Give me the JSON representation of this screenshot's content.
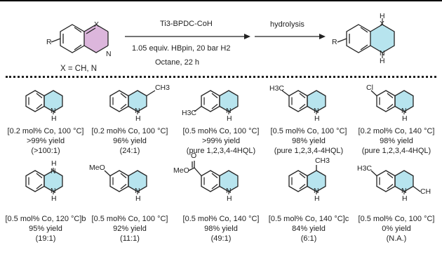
{
  "scheme": {
    "catalyst": "Ti3-BPDC-CoH",
    "reagents": "1.05 equiv. HBpin, 20 bar H2",
    "solvent_time": "Octane, 22 h",
    "step2": "hydrolysis",
    "variable": "X = CH, N",
    "sub_R": "R",
    "sub_X": "X",
    "sub_N": "N",
    "prod_R": "R",
    "prod_X": "X",
    "prod_H_top": "H",
    "prod_N": "N",
    "prod_H_bot": "H"
  },
  "products": [
    {
      "cond": "[0.2 mol% Co, 100 °C]",
      "yield": ">99% yield",
      "note": "(>100:1)",
      "sub": ""
    },
    {
      "cond": "[0.2 mol% Co, 100 °C]",
      "yield": "96% yield",
      "note": "(24:1)",
      "sub": "CH3"
    },
    {
      "cond": "[0.5 mol% Co, 100 °C]",
      "yield": ">99% yield",
      "note": "(pure 1,2,3,4-4HQL)",
      "sub": "H3C"
    },
    {
      "cond": "[0.5 mol% Co, 100 °C]",
      "yield": "98% yield",
      "note": "(pure 1,2,3,4-4HQL)",
      "sub": "H3C"
    },
    {
      "cond": "[0.2 mol% Co, 140 °C]",
      "yield": "98% yield",
      "note": "(pure 1,2,3,4-4HQL)",
      "sub": "Cl"
    },
    {
      "cond": "[0.5 mol% Co, 120 °C]b",
      "yield": "95% yield",
      "note": "(19:1)",
      "sub": ""
    },
    {
      "cond": "[0.5 mol% Co, 100 °C]",
      "yield": "92% yield",
      "note": "(11:1)",
      "sub": "MeO"
    },
    {
      "cond": "[0.5 mol% Co, 140 °C]",
      "yield": "98% yield",
      "note": "(49:1)",
      "sub": "MeO"
    },
    {
      "cond": "[0.5 mol% Co, 140 °C]c",
      "yield": "84% yield",
      "note": "(6:1)",
      "sub": "CH3"
    },
    {
      "cond": "[0.5 mol% Co, 100 °C]",
      "yield": "0% yield",
      "note": "(N.A.)",
      "sub": "H3C"
    }
  ],
  "atoms": {
    "N": "N",
    "H": "H",
    "O": "O",
    "CH": "CH"
  },
  "colors": {
    "pink": "#dcb6dc",
    "cyan": "#b7e4ee"
  }
}
